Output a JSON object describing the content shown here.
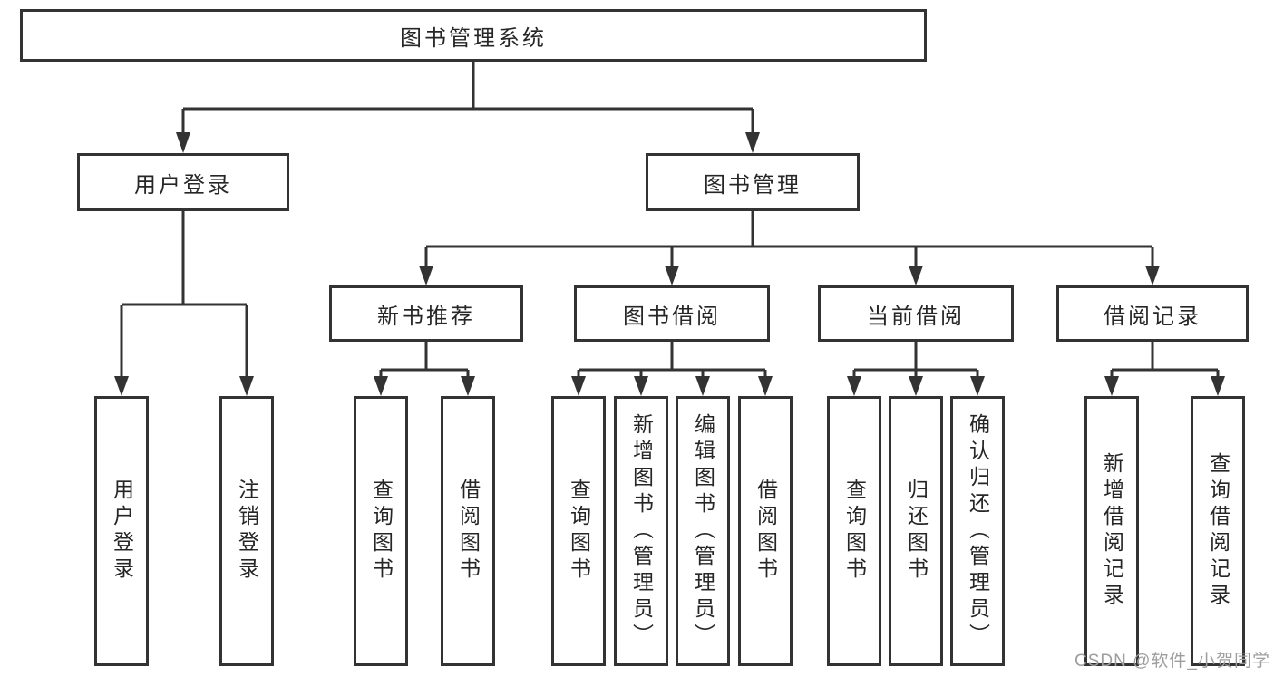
{
  "tree": {
    "root": {
      "label": "图书管理系统"
    },
    "branches": [
      {
        "label": "用户登录",
        "children": [
          {
            "label": "用户登录"
          },
          {
            "label": "注销登录"
          }
        ]
      },
      {
        "label": "图书管理",
        "groups": [
          {
            "label": "新书推荐",
            "children": [
              {
                "label": "查询图书"
              },
              {
                "label": "借阅图书"
              }
            ]
          },
          {
            "label": "图书借阅",
            "children": [
              {
                "label": "查询图书"
              },
              {
                "label": "新增图书（管理员）"
              },
              {
                "label": "编辑图书（管理员）"
              },
              {
                "label": "借阅图书"
              }
            ]
          },
          {
            "label": "当前借阅",
            "children": [
              {
                "label": "查询图书"
              },
              {
                "label": "归还图书"
              },
              {
                "label": "确认归还（管理员）"
              }
            ]
          },
          {
            "label": "借阅记录",
            "children": [
              {
                "label": "新增借阅记录"
              },
              {
                "label": "查询借阅记录"
              }
            ]
          }
        ]
      }
    ]
  },
  "watermark": {
    "text": "CSDN @软件_小贺同学"
  },
  "colors": {
    "line": "#333333",
    "text": "#262626",
    "box_background": "#ffffff",
    "page_background": "#ffffff",
    "watermark": "#9e9e9e"
  }
}
